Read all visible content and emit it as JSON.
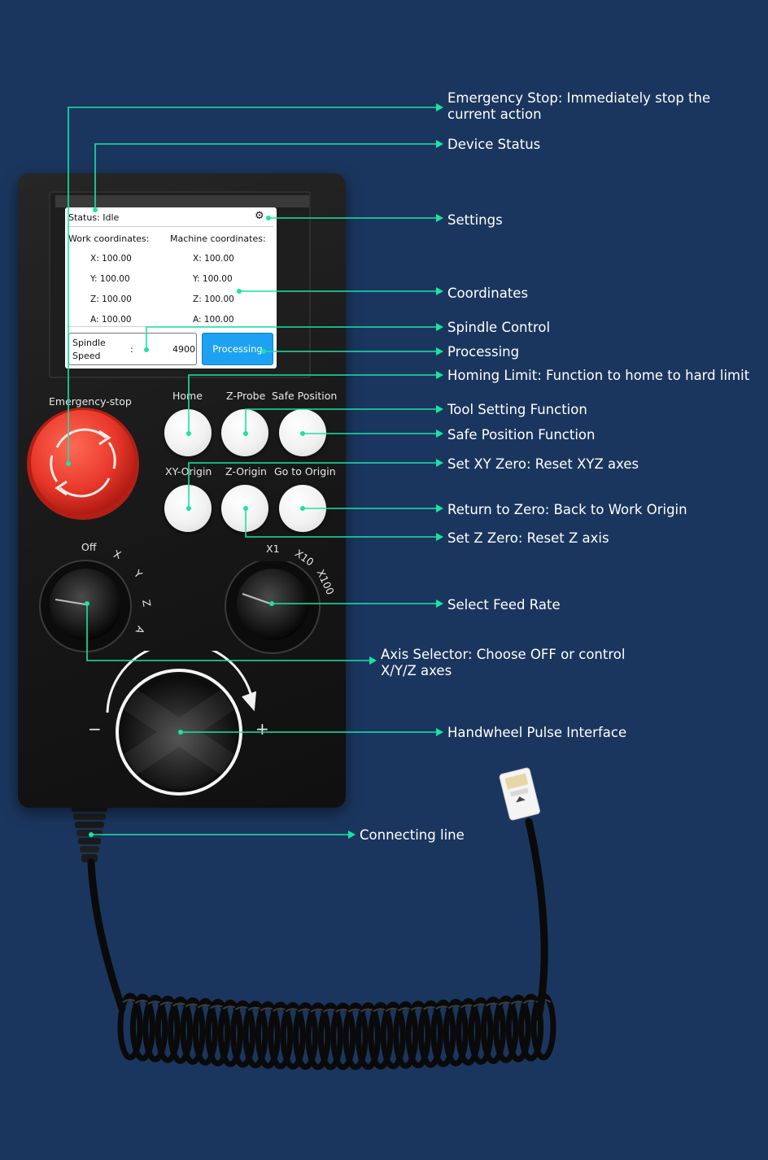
{
  "screen": {
    "status": "Status: Idle",
    "work_header": "Work coordinates:",
    "machine_header": "Machine coordinates:",
    "work": [
      "X: 100.00",
      "Y: 100.00",
      "Z: 100.00",
      "A: 100.00"
    ],
    "machine": [
      "X: 100.00",
      "Y: 100.00",
      "Z: 100.00",
      "A: 100.00"
    ],
    "spindle_label": "Spindle Speed",
    "spindle_colon": ":",
    "spindle_value": "4900",
    "processing": "Processing"
  },
  "pendant": {
    "estop_label": "Emergency-stop",
    "home": "Home",
    "zprobe": "Z-Probe",
    "safe_position": "Safe Position",
    "xy_origin": "XY-Origin",
    "z_origin": "Z-Origin",
    "go_to_origin": "Go to Origin",
    "axis_off": "Off",
    "axis_x": "X",
    "axis_y": "Y",
    "axis_z": "Z",
    "axis_a": "A",
    "rate_x1": "X1",
    "rate_x10": "X10",
    "rate_x100": "X100",
    "minus": "−",
    "plus": "+"
  },
  "callouts": {
    "emergency_stop": "Emergency Stop: Immediately stop the current action",
    "device_status": "Device Status",
    "settings": "Settings",
    "coordinates": "Coordinates",
    "spindle_control": "Spindle Control",
    "processing": "Processing",
    "homing_limit": "Homing Limit: Function to home to hard limit",
    "tool_setting": "Tool Setting Function",
    "safe_position": "Safe Position Function",
    "set_xy_zero": "Set XY Zero: Reset XYZ axes",
    "return_to_zero": "Return to Zero: Back to Work Origin",
    "set_z_zero": "Set Z Zero: Reset Z axis",
    "feed_rate": "Select Feed Rate",
    "axis_selector": "Axis Selector: Choose OFF or control X/Y/Z axes",
    "handwheel": "Handwheel Pulse Interface",
    "connecting_line": "Connecting line"
  },
  "colors": {
    "background": "#1b365e",
    "leader": "#19e3a6",
    "processing_button": "#1da1f2",
    "estop": "#e8382b"
  }
}
